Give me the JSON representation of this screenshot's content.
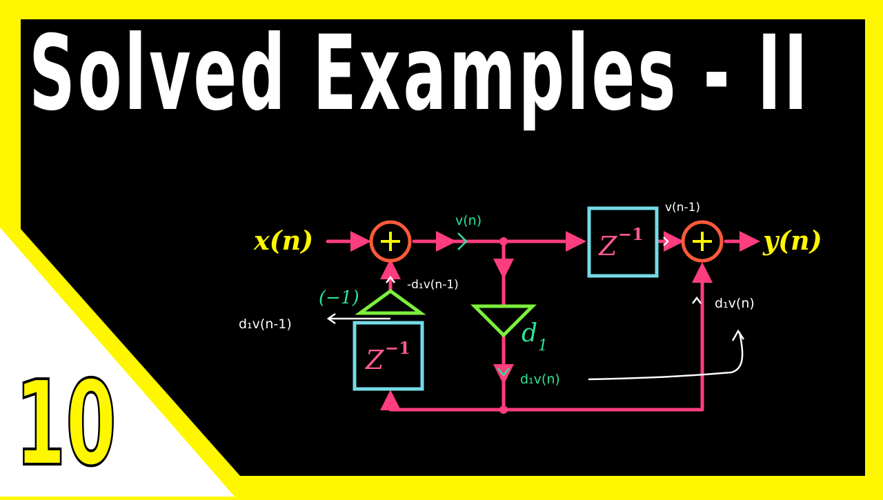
{
  "title": "Solved Examples - II",
  "episode_number": "10",
  "colors": {
    "frame": "#fff700",
    "panel": "#000000",
    "corner": "#ffffff",
    "signal_line": "#ff3d7f",
    "adder_ring": "#ff5a3a",
    "adder_plus": "#fff700",
    "delay_box": "#74dbe6",
    "multiplier": "#7cf03c",
    "io_label": "#fff700",
    "annot_green": "#2ee59a",
    "annot_white": "#ffffff"
  },
  "diagram": {
    "input_label": "x(n)",
    "output_label": "y(n)",
    "delay_top": {
      "base": "Z",
      "exp": "−1"
    },
    "delay_left": {
      "base": "Z",
      "exp": "−1"
    },
    "multiplier_left_label": "(−1)",
    "multiplier_right_label": "d",
    "multiplier_right_sub": "1",
    "annotations": {
      "v_n": "v(n)",
      "v_n_minus_1": "v(n-1)",
      "neg_d1_v_n_minus_1": "-d₁v(n-1)",
      "d1_v_n_minus_1": "d₁v(n-1)",
      "d1_v_n_right": "d₁v(n)",
      "d1_v_n_bottom": "d₁v(n)"
    },
    "adders": [
      "adder-left",
      "adder-right"
    ]
  }
}
